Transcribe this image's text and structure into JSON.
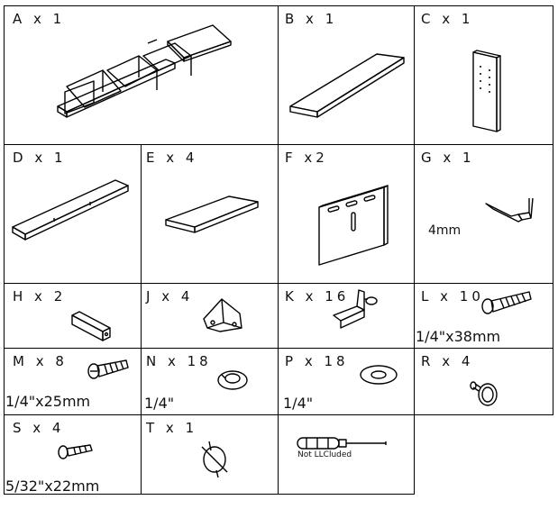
{
  "parts": {
    "A": {
      "label": "A x 1"
    },
    "B": {
      "label": "B x 1"
    },
    "C": {
      "label": "C x 1"
    },
    "D": {
      "label": "D x 1"
    },
    "E": {
      "label": "E x 4"
    },
    "F": {
      "label": "F x2"
    },
    "G": {
      "label": "G x 1",
      "size": "4mm"
    },
    "H": {
      "label": "H x 2"
    },
    "J": {
      "label": "J x 4"
    },
    "K": {
      "label": "K x 16"
    },
    "L": {
      "label": "L x 10",
      "size": "1/4\"x38mm"
    },
    "M": {
      "label": "M x 8",
      "size": "1/4\"x25mm"
    },
    "N": {
      "label": "N x 18",
      "size": "1/4\""
    },
    "P": {
      "label": "P x 18",
      "size": "1/4\""
    },
    "R": {
      "label": "R x 4"
    },
    "S": {
      "label": "S x 4",
      "size": "5/32\"x22mm"
    },
    "T": {
      "label": "T x 1"
    },
    "tool": {
      "note": "Not LLCluded"
    }
  }
}
